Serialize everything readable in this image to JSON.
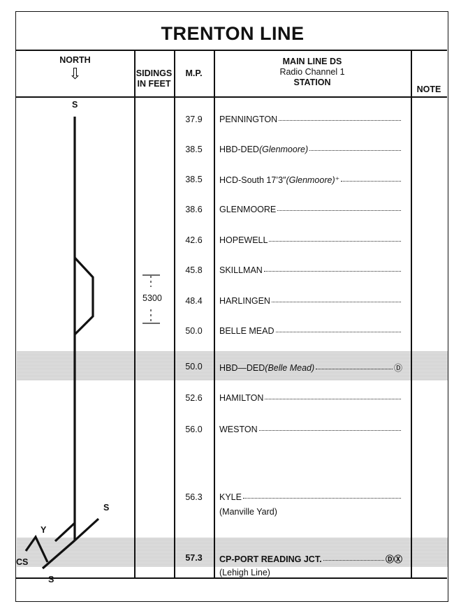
{
  "title": "TRENTON LINE",
  "headers": {
    "north": "NORTH",
    "north_arrow": "⇩",
    "sidings_line1": "SIDINGS",
    "sidings_line2": "IN FEET",
    "mp": "M.P.",
    "main_line": "MAIN LINE DS",
    "radio": "Radio Channel 1",
    "station": "STATION",
    "note": "NOTE"
  },
  "diagram": {
    "label_top_s": "S",
    "label_right_s": "S",
    "label_y": "Y",
    "label_cs": "CS",
    "label_bottom_s": "S",
    "siding_length": "5300"
  },
  "rows": [
    {
      "mp": "37.9",
      "name": "PENNINGTON",
      "italic": "",
      "suffix": "",
      "symbols": "",
      "shaded": false,
      "bold": false
    },
    {
      "mp": "38.5",
      "name": "HBD-DED ",
      "italic": "(Glenmoore)",
      "suffix": "",
      "symbols": "",
      "shaded": false,
      "bold": false
    },
    {
      "mp": "38.5",
      "name": "HCD-South 17’3″ ",
      "italic": "(Glenmoore)",
      "suffix": "⁺",
      "symbols": "",
      "shaded": false,
      "bold": false
    },
    {
      "mp": "38.6",
      "name": "GLENMOORE",
      "italic": "",
      "suffix": "",
      "symbols": "",
      "shaded": false,
      "bold": false
    },
    {
      "mp": "42.6",
      "name": "HOPEWELL",
      "italic": "",
      "suffix": "",
      "symbols": "",
      "shaded": false,
      "bold": false
    },
    {
      "mp": "45.8",
      "name": "SKILLMAN",
      "italic": "",
      "suffix": "",
      "symbols": "",
      "shaded": false,
      "bold": false
    },
    {
      "mp": "48.4",
      "name": "HARLINGEN",
      "italic": "",
      "suffix": "",
      "symbols": "",
      "shaded": false,
      "bold": false
    },
    {
      "mp": "50.0",
      "name": "BELLE MEAD",
      "italic": "",
      "suffix": "",
      "symbols": "",
      "shaded": false,
      "bold": false
    },
    {
      "mp": "50.0",
      "name": "HBD—DED ",
      "italic": "(Belle Mead)",
      "suffix": "",
      "symbols": "Ⓓ",
      "shaded": true,
      "bold": false
    },
    {
      "mp": "52.6",
      "name": "HAMILTON",
      "italic": "",
      "suffix": "",
      "symbols": "",
      "shaded": false,
      "bold": false
    },
    {
      "mp": "56.0",
      "name": "WESTON",
      "italic": "",
      "suffix": "",
      "symbols": "",
      "shaded": false,
      "bold": false
    },
    {
      "mp": "56.3",
      "name": "KYLE ",
      "italic": "",
      "suffix": "",
      "symbols": "",
      "shaded": false,
      "bold": false,
      "sub": "(Manville Yard)"
    },
    {
      "mp": "57.3",
      "name": "CP-PORT READING JCT. ",
      "italic": "",
      "suffix": "",
      "symbols": "ⒹⓍ",
      "shaded": true,
      "bold": true,
      "sub": "(Lehigh Line)"
    }
  ]
}
